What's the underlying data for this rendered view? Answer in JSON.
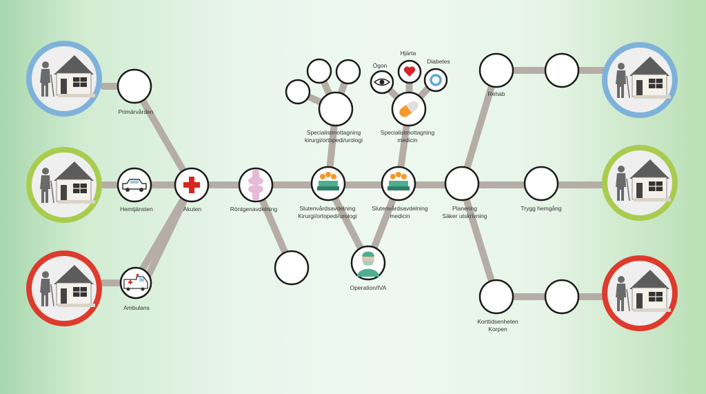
{
  "colors": {
    "connector": "#b5ada6",
    "node_border": "#1a1a1a",
    "node_fill": "#ffffff",
    "home_ring_blue": "#7fb2da",
    "home_ring_green": "#a9cc4f",
    "home_ring_red": "#dd3b2d",
    "cross_red": "#d4281f",
    "heart_red": "#d6242a",
    "diabetes_ring": "#5aa8d8",
    "pill_orange": "#f39a2a",
    "joint_pink": "#e6b9d6",
    "surgeon_green": "#4fae8f"
  },
  "labels": {
    "primarvarden": "Primärvården",
    "hemtjansten": "Hemtjänsten",
    "ambulans": "Ambulans",
    "akuten": "Akuten",
    "rontgen": "Röntgenavdelning",
    "sluten_kir_1": "Slutenvårdsavdelning",
    "sluten_kir_2": "Kirurgi/ortopedi/urologi",
    "sluten_med_1": "Slutenvårdsavdelning",
    "sluten_med_2": "medicin",
    "planering_1": "Planering",
    "planering_2": "Säker utskrivning",
    "trygg": "Trygg hemgång",
    "rehab": "Rehab",
    "korttid_1": "Korttidsenheten",
    "korttid_2": "Korpen",
    "operation": "Operation/IVA",
    "spec_kir_1": "Specialistmottagning",
    "spec_kir_2": "kirurgi/ortopedi/urologi",
    "spec_med_1": "Specialistmottagning",
    "spec_med_2": "medicin",
    "ogon": "Ögon",
    "hjarta": "Hjärta",
    "diabetes": "Diabetes"
  },
  "icons": {
    "home": "house-with-elderly-person-icon",
    "car": "car-icon",
    "ambulance": "ambulance-icon",
    "cross": "red-cross-icon",
    "joint": "knee-joint-icon",
    "patients": "patients-in-bed-icon",
    "surgeon": "surgeon-icon",
    "pill": "pill-icon",
    "eye": "eye-icon",
    "heart": "heart-icon",
    "ring": "ring-icon"
  }
}
